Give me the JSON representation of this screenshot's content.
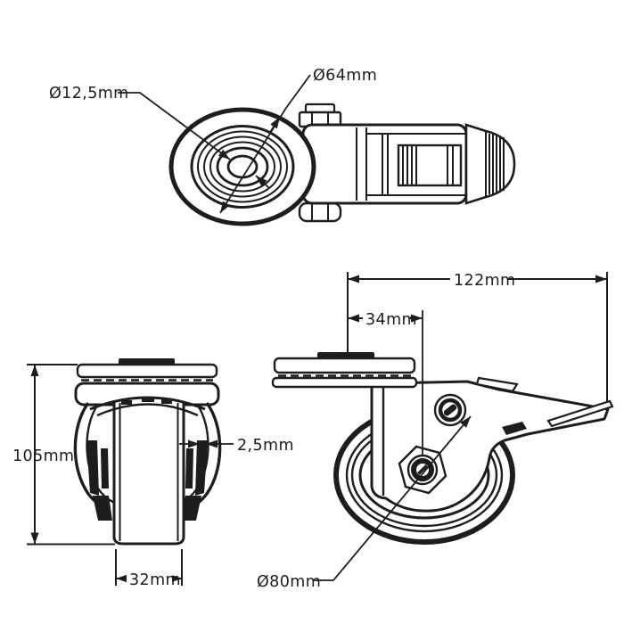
{
  "drawing": {
    "type": "technical-dimension-drawing",
    "subject": "swivel caster wheel with brake, three orthographic views",
    "colors": {
      "line": "#1d1d1d",
      "background": "#ffffff"
    }
  },
  "labels": {
    "dia_12_5": "Ø12,5mm",
    "dia_64": "Ø64mm",
    "height_105": "105mm",
    "gap_2_5": "2,5mm",
    "width_32": "32mm",
    "length_122": "122mm",
    "offset_34": "34mm",
    "dia_80": "Ø80mm"
  }
}
